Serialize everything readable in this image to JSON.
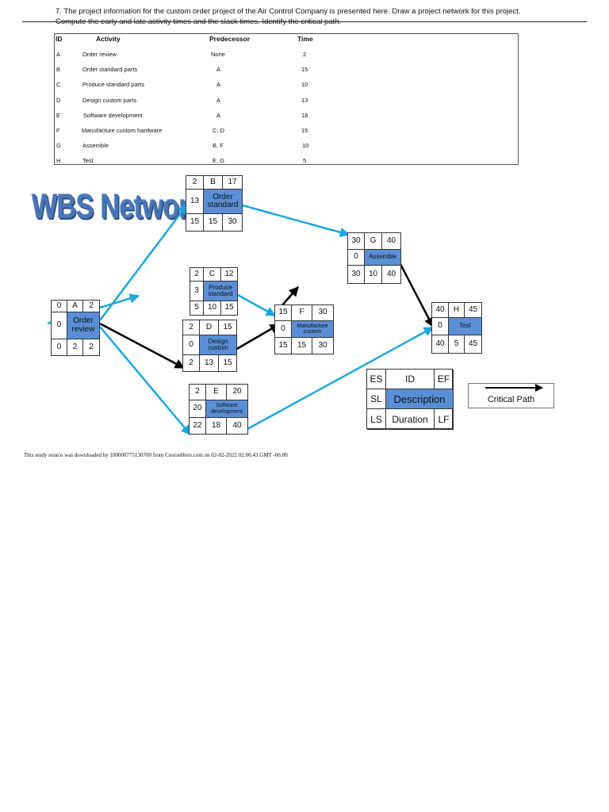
{
  "question": {
    "line1": "7. The project information for the custom order project of the Air Control Company is presented here. Draw a project network for this project.",
    "line2": "Compute the early and late activity times and the slack times. Identify the critical path."
  },
  "table": {
    "headers": [
      "ID",
      "Activity",
      "Predecessor",
      "Time"
    ],
    "rows": [
      [
        "A",
        "Order review",
        "None",
        "2"
      ],
      [
        "B",
        "Order standard parts",
        "A",
        "15"
      ],
      [
        "C",
        "Produce standard parts",
        "A",
        "10"
      ],
      [
        "D",
        "Design custom parts",
        "A",
        "13"
      ],
      [
        "E",
        "Software development",
        "A",
        "18"
      ],
      [
        "F",
        "Manufacture custom hardware",
        "C, D",
        "15"
      ],
      [
        "G",
        "Assemble",
        "B, F",
        "10"
      ],
      [
        "H",
        "Test",
        "E, G",
        "5"
      ]
    ]
  },
  "title": "WBS Network",
  "nodes": [
    {
      "id": "A",
      "es": "0",
      "ef": "2",
      "sl": "0",
      "desc": "Order review",
      "ls": "0",
      "dur": "2",
      "lf": "2"
    },
    {
      "id": "B",
      "es": "2",
      "ef": "17",
      "sl": "13",
      "desc": "Order standard",
      "ls": "15",
      "dur": "15",
      "lf": "30"
    },
    {
      "id": "C",
      "es": "2",
      "ef": "12",
      "sl": "3",
      "desc": "Produce standard",
      "ls": "5",
      "dur": "10",
      "lf": "15"
    },
    {
      "id": "D",
      "es": "2",
      "ef": "15",
      "sl": "0",
      "desc": "Design custom",
      "ls": "2",
      "dur": "13",
      "lf": "15"
    },
    {
      "id": "E",
      "es": "2",
      "ef": "20",
      "sl": "20",
      "desc": "Software development",
      "ls": "22",
      "dur": "18",
      "lf": "40"
    },
    {
      "id": "F",
      "es": "15",
      "ef": "30",
      "sl": "0",
      "desc": "Manufacture custom",
      "ls": "15",
      "dur": "15",
      "lf": "30"
    },
    {
      "id": "G",
      "es": "30",
      "ef": "40",
      "sl": "0",
      "desc": "Assemble",
      "ls": "30",
      "dur": "10",
      "lf": "40"
    },
    {
      "id": "H",
      "es": "40",
      "ef": "45",
      "sl": "0",
      "desc": "Test",
      "ls": "40",
      "dur": "5",
      "lf": "45"
    }
  ],
  "legend": {
    "es": "ES",
    "id": "ID",
    "ef": "EF",
    "sl": "SL",
    "desc": "Description",
    "ls": "LS",
    "dur": "Duration",
    "lf": "LF",
    "critical_path": "Critical Path"
  },
  "colors": {
    "critical": "#000000",
    "noncritical": "#1aa7e0",
    "description_fill": "#5a8fd6"
  },
  "source_note": "This study source was downloaded by 100000775130700 from CourseHero.com on 02-02-2022 02:06:43 GMT -06:00"
}
